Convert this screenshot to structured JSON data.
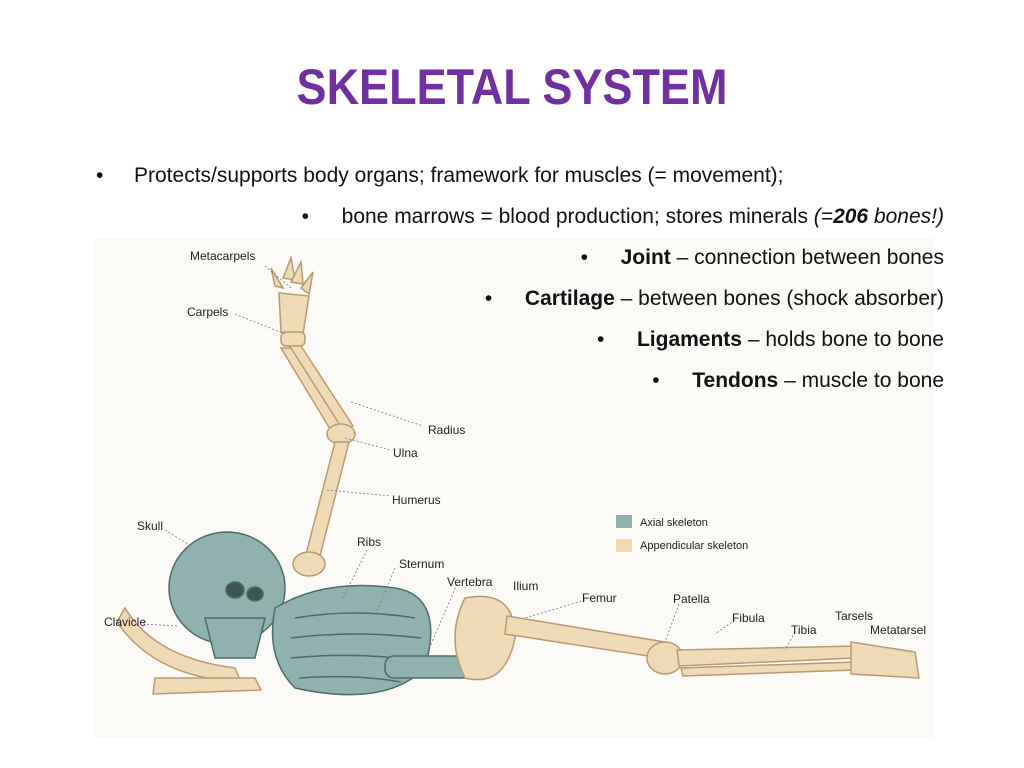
{
  "title": "SKELETAL SYSTEM",
  "bullet_char": "•",
  "bullets": {
    "b1": {
      "text": "Protects/supports body organs; framework for muscles (= movement);"
    },
    "b2": {
      "text": "bone marrows = blood production; stores minerals ",
      "italic_pre": "(=",
      "bold_italic": "206",
      "italic_post": " bones!)"
    },
    "b3": {
      "term": "Joint",
      "desc": " – connection between bones"
    },
    "b4": {
      "term": "Cartilage",
      "desc": " – between bones (shock absorber)"
    },
    "b5": {
      "term": "Ligaments",
      "desc": " – holds bone to bone"
    },
    "b6": {
      "term": "Tendons",
      "desc": " – muscle to bone"
    }
  },
  "figure": {
    "labels": {
      "metacarpels": "Metacarpels",
      "carpels": "Carpels",
      "radius": "Radius",
      "ulna": "Ulna",
      "humerus": "Humerus",
      "skull": "Skull",
      "ribs": "Ribs",
      "sternum": "Sternum",
      "vertebra": "Vertebra",
      "ilium": "Ilium",
      "clavicle": "Clavicle",
      "femur": "Femur",
      "patella": "Patella",
      "fibula": "Fibula",
      "tibia": "Tibia",
      "tarsels": "Tarsels",
      "metatarsel": "Metatarsel"
    },
    "legend": {
      "axial": "Axial skeleton",
      "appendicular": "Appendicular skeleton"
    },
    "colors": {
      "axial": "#8fb2ae",
      "appendicular": "#f0d9b5",
      "title": "#7030a0"
    }
  }
}
